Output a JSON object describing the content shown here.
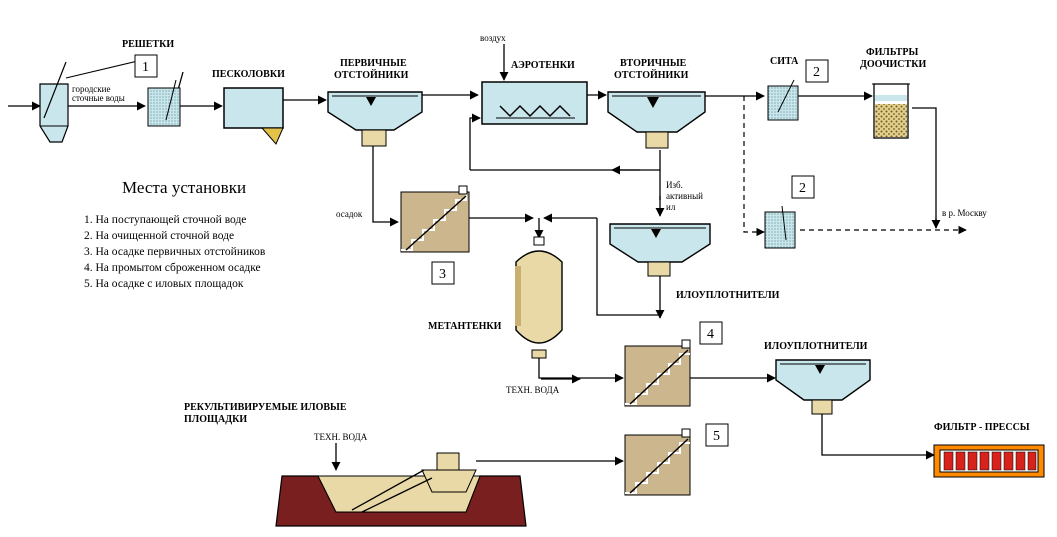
{
  "colors": {
    "tank": "#c9e6ec",
    "sludge": "#e9d9a6",
    "sludge_dark": "#dcc58a",
    "stairs": "#cbb68e",
    "ground": "#7a1f1f",
    "press_red": "#d8221c",
    "press_frame": "#ff8a00",
    "line": "#000000"
  },
  "labels": {
    "reshetki": "РЕШЕТКИ",
    "gorodskie": "городские",
    "stochnye": "сточные воды",
    "peskolovki": "ПЕСКОЛОВКИ",
    "pervichnye1": "ПЕРВИЧНЫЕ",
    "pervichnye2": "ОТСТОЙНИКИ",
    "vozduh": "воздух",
    "aerotenki": "АЭРОТЕНКИ",
    "vtorichnye1": "ВТОРИЧНЫЕ",
    "vtorichnye2": "ОТСТОЙНИКИ",
    "sita": "СИТА",
    "filtry1": "ФИЛЬТРЫ",
    "filtry2": "ДООЧИСТКИ",
    "osadok": "осадок",
    "izb1": "Изб.",
    "izb2": "активный",
    "izb3": "ил",
    "v_moskvu": "в р. Москву",
    "iloupl1": "ИЛОУПЛОТНИТЕЛИ",
    "metantenki": "МЕТАНТЕНКИ",
    "tehn_voda1": "ТЕХН. ВОДА",
    "iloupl2": "ИЛОУПЛОТНИТЕЛИ",
    "rekult1": "РЕКУЛЬТИВИРУЕМЫЕ ИЛОВЫЕ",
    "rekult2": "ПЛОЩАДКИ",
    "tehn_voda2": "ТЕХН. ВОДА",
    "filtr_pressy": "ФИЛЬТР - ПРЕССЫ"
  },
  "markers": {
    "m1": "1",
    "m2a": "2",
    "m2b": "2",
    "m3": "3",
    "m4": "4",
    "m5": "5"
  },
  "legend": {
    "title": "Места установки",
    "items": [
      "1. На поступающей сточной воде",
      "2. На очищенной сточной воде",
      "3. На осадке первичных отстойников",
      "4. На промытом сброженном осадке",
      "5. На осадке с иловых площадок"
    ]
  }
}
